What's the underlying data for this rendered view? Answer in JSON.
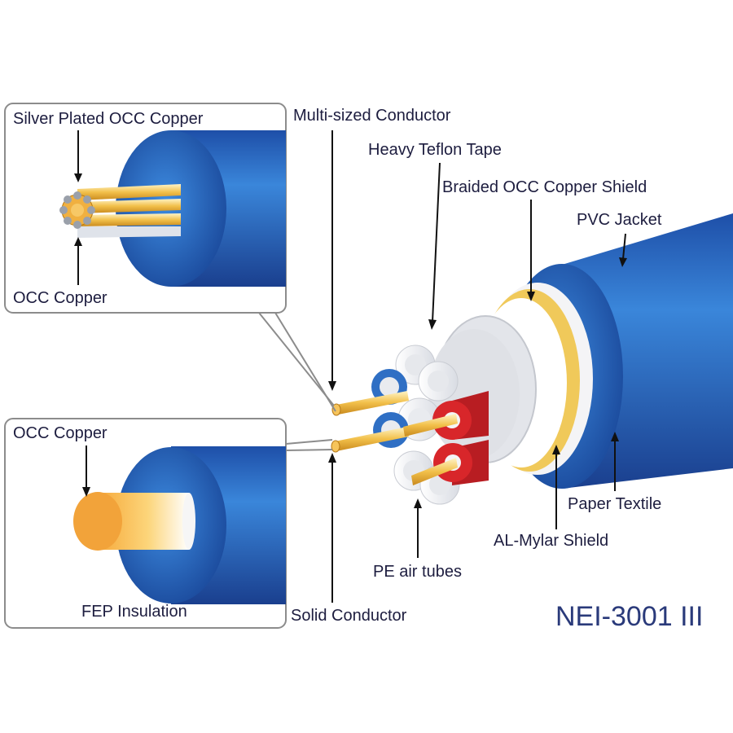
{
  "diagram": {
    "title": "NEI-3001 III",
    "labels": {
      "silver_plated_occ_copper": "Silver Plated OCC Copper",
      "occ_copper_top": "OCC Copper",
      "occ_copper_bottom": "OCC Copper",
      "fep_insulation": "FEP Insulation",
      "multi_sized_conductor": "Multi-sized Conductor",
      "heavy_teflon_tape": "Heavy Teflon Tape",
      "braided_occ_copper_shield": "Braided OCC Copper Shield",
      "pvc_jacket": "PVC Jacket",
      "paper_textile": "Paper Textile",
      "al_mylar_shield": "AL-Mylar Shield",
      "pe_air_tubes": "PE air tubes",
      "solid_conductor": "Solid Conductor"
    },
    "colors": {
      "jacket_blue": "#2f6fc4",
      "jacket_dark": "#1a3f8e",
      "copper": "#f2a93b",
      "red_insulation": "#d8262a",
      "white_tube": "#eef0f4",
      "foil": "#f0c95a",
      "text": "#1d1d3f",
      "title": "#2a3a7a"
    }
  }
}
